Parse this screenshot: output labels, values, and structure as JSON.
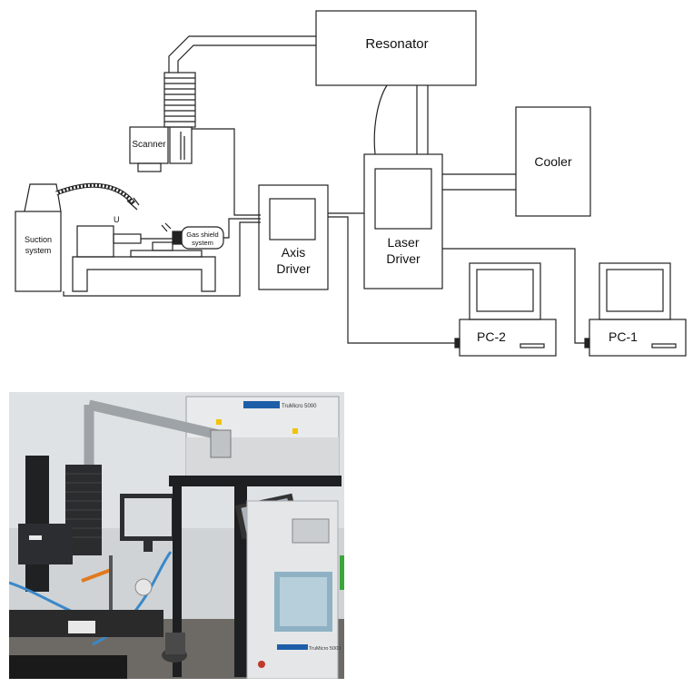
{
  "diagram": {
    "labels": {
      "resonator": "Resonator",
      "cooler": "Cooler",
      "scanner": "Scanner",
      "suction_line1": "Suction",
      "suction_line2": "system",
      "gas_line1": "Gas shield",
      "gas_line2": "system",
      "axis_line1": "Axis",
      "axis_line2": "Driver",
      "laser_line1": "Laser",
      "laser_line2": "Driver",
      "pc2": "PC-2",
      "pc1": "PC-1",
      "u_mark": "U"
    }
  },
  "photo": {
    "machine_label_top": "TruMicro 5000",
    "machine_label_bottom": "TruMicro 5000"
  }
}
